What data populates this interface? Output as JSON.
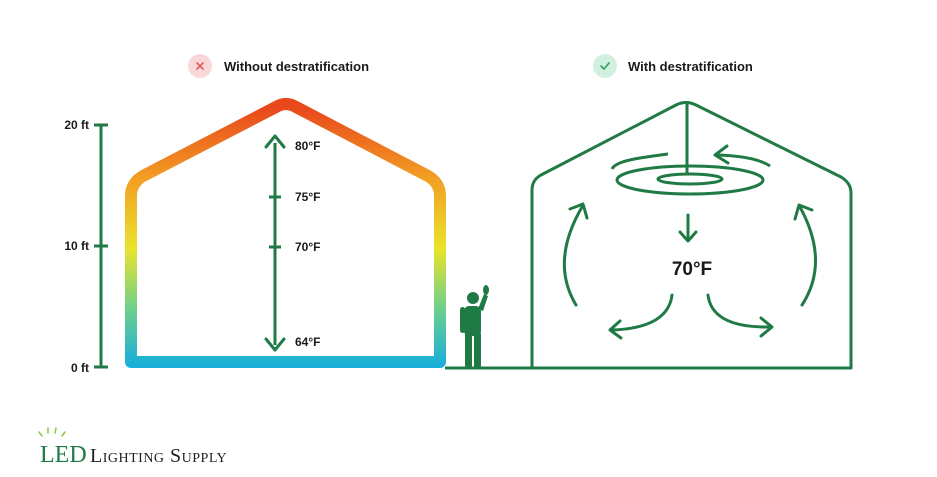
{
  "legend": {
    "without": {
      "label": "Without destratification",
      "icon": "x-icon",
      "badge_color": "#f9d6d8",
      "mark_color": "#e2595f"
    },
    "with": {
      "label": "With destratification",
      "icon": "check-icon",
      "badge_color": "#d2f0e0",
      "mark_color": "#2e9e64"
    }
  },
  "height_axis": {
    "ticks": [
      "20 ft",
      "10 ft",
      "0 ft"
    ]
  },
  "temperatures": {
    "top": "80°F",
    "upper": "75°F",
    "middle": "70°F",
    "bottom": "64°F"
  },
  "with_building": {
    "temperature": "70°F"
  },
  "brand": {
    "led": "LED",
    "name": "Lighting Supply",
    "color": "#1f7a45"
  },
  "colors": {
    "green": "#1f7a45",
    "hot": "#e8541c",
    "warm": "#f4a323",
    "mild": "#e8e52b",
    "cool": "#1fb0d8"
  }
}
